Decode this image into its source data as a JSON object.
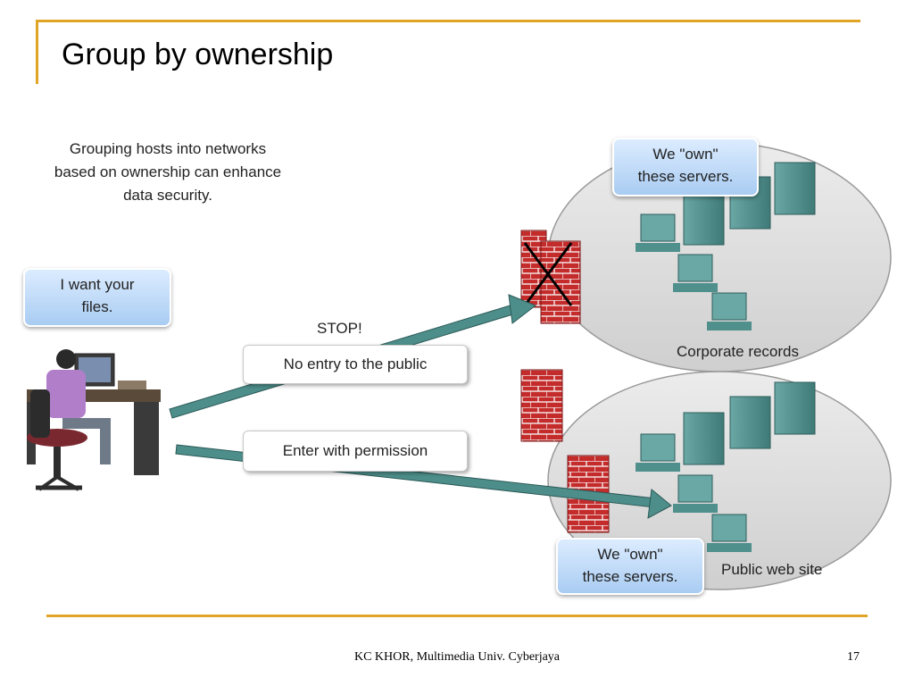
{
  "slide": {
    "title": "Group by ownership",
    "footer": "KC KHOR, Multimedia Univ. Cyberjaya",
    "page_number": "17"
  },
  "diagram": {
    "caption_lines": [
      "Grouping hosts into networks",
      "based on ownership can enhance",
      "data security."
    ],
    "user_bubble_lines": [
      "I want your",
      "files."
    ],
    "stop_label": "STOP!",
    "path_blocked_label": "No entry to the public",
    "path_allowed_label": "Enter with permission",
    "corp_bubble_lines": [
      "We \"own\"",
      "these servers."
    ],
    "public_bubble_lines": [
      "We \"own\"",
      "these servers."
    ],
    "corp_group_label": "Corporate records",
    "public_group_label": "Public web site"
  },
  "colors": {
    "accent": "#e0a526",
    "bubble": "#a9ccf2",
    "arrow": "#4e8e8a",
    "server": "#4f8f8c",
    "brick": "#c42b2b",
    "network_ellipse": "#d7d7d7"
  }
}
